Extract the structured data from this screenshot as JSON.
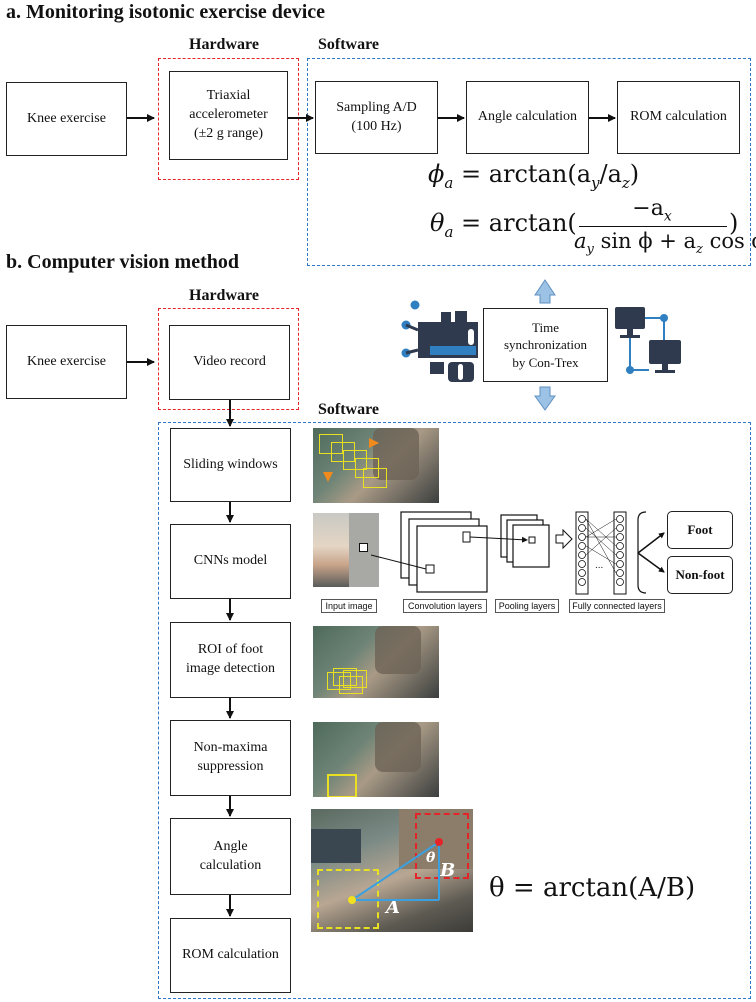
{
  "section_a": {
    "heading": "a. Monitoring isotonic exercise device",
    "hardware_label": "Hardware",
    "software_label": "Software",
    "knee_exercise": "Knee exercise",
    "accelerometer": "Triaxial\naccelerometer\n(±2 g range)",
    "sampling": "Sampling A/D\n(100 Hz)",
    "angle_calc": "Angle calculation",
    "rom_calc": "ROM calculation",
    "eq1": {
      "lhs": "ϕ",
      "lhs_sub": "a",
      "rhs": "= arctan(a",
      "sub1": "y",
      "mid": "/a",
      "sub2": "z",
      "end": ")"
    },
    "eq2": {
      "lhs": "θ",
      "lhs_sub": "a",
      "rhs": "= arctan(",
      "num": "−a",
      "num_sub": "x",
      "den1": "a",
      "den1_sub": "y",
      "den_mid": " sin ϕ + a",
      "den2_sub": "z",
      "den_end": " cos ϕ",
      "end": ")"
    }
  },
  "section_b": {
    "heading": "b. Computer vision method",
    "hardware_label": "Hardware",
    "software_label": "Software",
    "knee_exercise": "Knee exercise",
    "video_record": "Video record",
    "time_sync": "Time\nsynchronization\nby Con-Trex",
    "steps": [
      "Sliding windows",
      "CNNs model",
      "ROI of foot\nimage detection",
      "Non-maxima\nsuppression",
      "Angle\ncalculation",
      "ROM calculation"
    ],
    "cnn_captions": {
      "input": "Input image",
      "conv": "Convolution layers",
      "pool": "Pooling layers",
      "fc": "Fully connected layers"
    },
    "outputs": {
      "foot": "Foot",
      "nonfoot": "Non-foot"
    },
    "fc_dots": "...",
    "angle_labels": {
      "theta": "θ",
      "A": "A",
      "B": "B"
    },
    "final_eq": "θ = arctan(A/B)"
  },
  "colors": {
    "red_dash": "#e5242a",
    "blue_dash": "#2d78c4",
    "icon_navy": "#2f3a4f",
    "icon_blue": "#2f7fc1",
    "arrow_light_blue": "#9cc3e6"
  },
  "icons": [
    "machine-icon",
    "network-computers-icon"
  ]
}
